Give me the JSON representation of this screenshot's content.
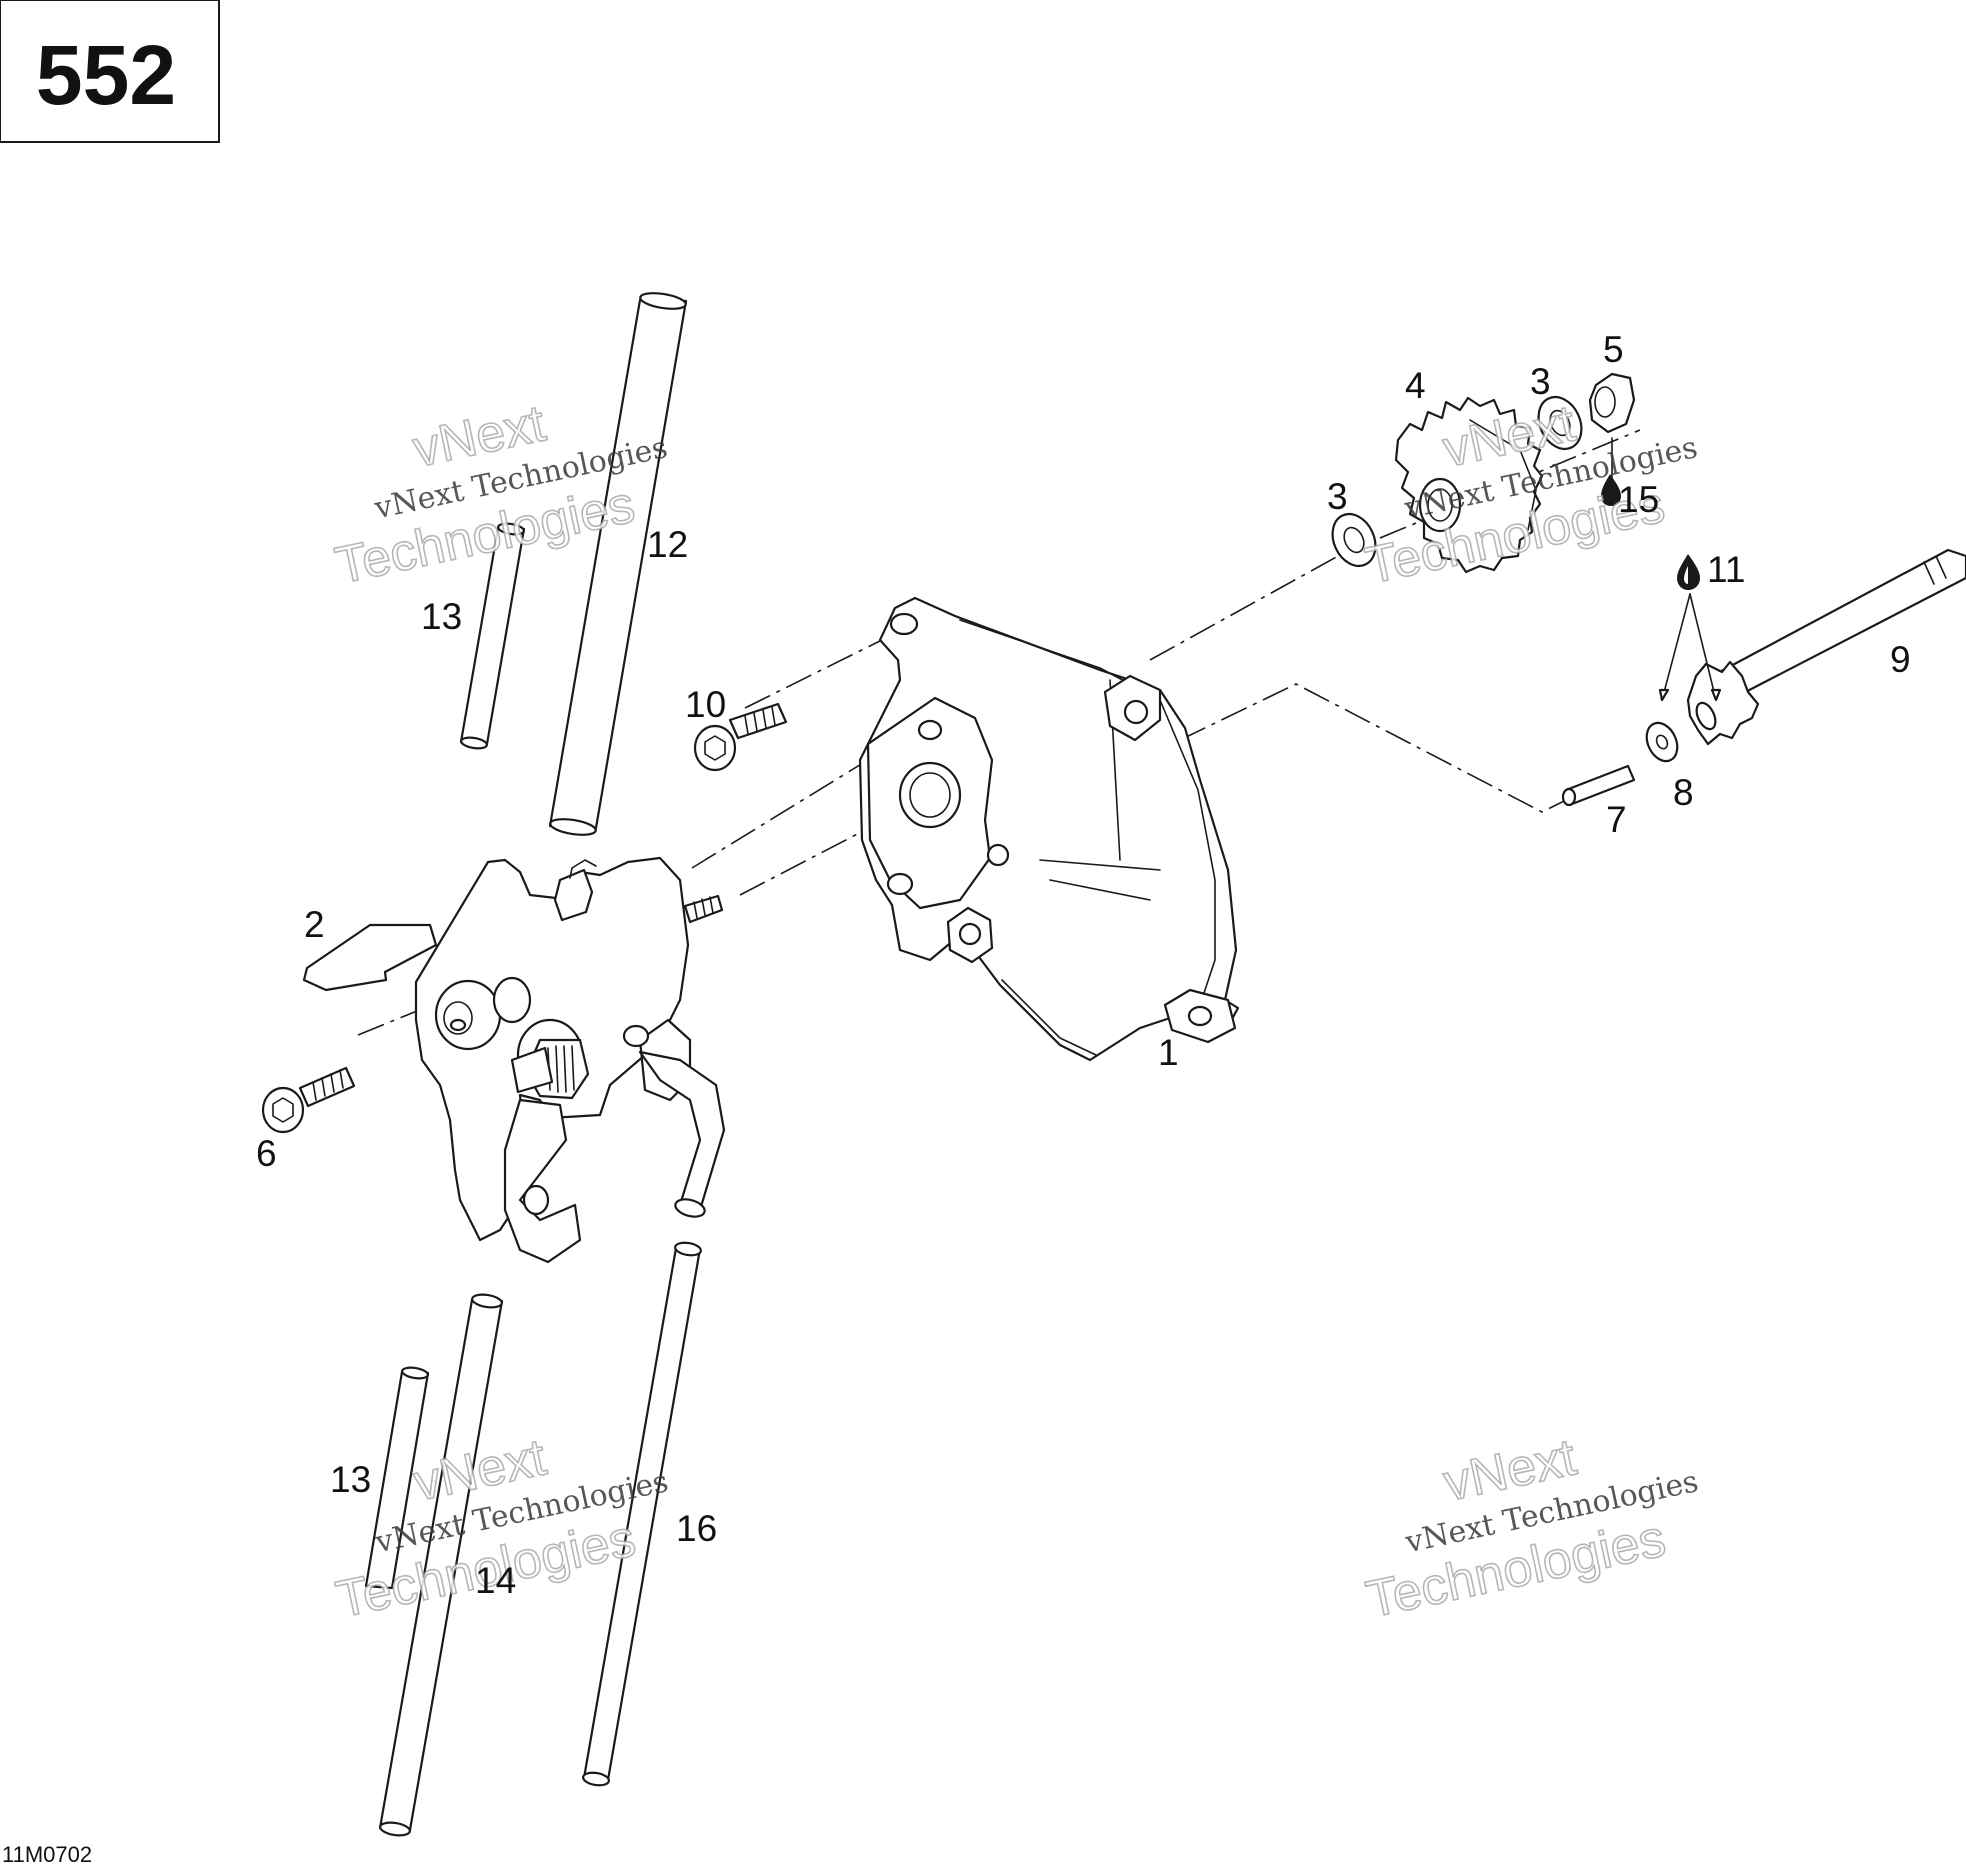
{
  "sheet_number": "552",
  "drawing_ref": "11M0702",
  "callouts": {
    "c1": "1",
    "c2": "2",
    "c3a": "3",
    "c3b": "3",
    "c4": "4",
    "c5": "5",
    "c6": "6",
    "c7": "7",
    "c8": "8",
    "c9": "9",
    "c10": "10",
    "c11": "11",
    "c12": "12",
    "c13a": "13",
    "c13b": "13",
    "c14": "14",
    "c15": "15",
    "c16": "16"
  },
  "watermark": {
    "line1": "vNext Technologies",
    "line2a": "vNext",
    "line2b": "Technologies"
  },
  "icons": {
    "lubricant": "oil-drop-icon"
  }
}
